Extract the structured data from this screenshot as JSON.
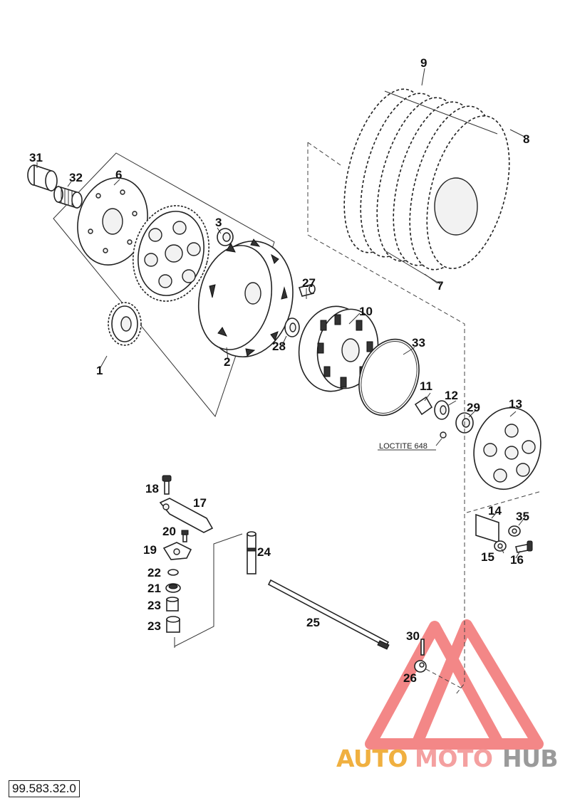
{
  "diagram": {
    "reference_code": "99.583.32.0",
    "note_loctite": "LOCTITE 648",
    "labels": {
      "p1": "1",
      "p2": "2",
      "p3": "3",
      "p6": "6",
      "p7": "7",
      "p8": "8",
      "p9": "9",
      "p10": "10",
      "p11": "11",
      "p12": "12",
      "p13": "13",
      "p14": "14",
      "p15": "15",
      "p16": "16",
      "p17": "17",
      "p18": "18",
      "p19": "19",
      "p20": "20",
      "p21": "21",
      "p22": "22",
      "p23a": "23",
      "p23b": "23",
      "p24": "24",
      "p25": "25",
      "p26": "26",
      "p27": "27",
      "p28": "28",
      "p29": "29",
      "p30": "30",
      "p31": "31",
      "p32": "32",
      "p33": "33",
      "p35": "35"
    }
  },
  "watermark": {
    "part1": "AUTO",
    "part2": "MOTO",
    "part3": "HUB",
    "colors": {
      "auto": "#f0b040",
      "moto": "#f4a0a0",
      "hub": "#9a9a9a",
      "triangle": "#f06060"
    }
  }
}
